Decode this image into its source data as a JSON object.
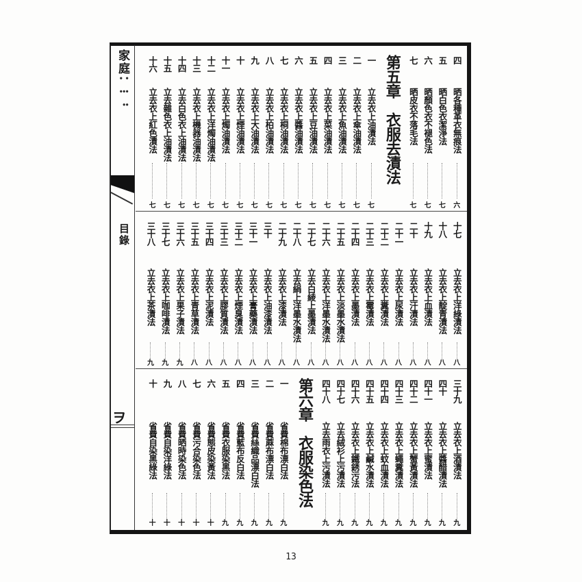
{
  "margin": {
    "book_title": "家庭",
    "book_title_smudged": "⠅⠇⠃",
    "section_label": "目錄",
    "lower_mark": "ヲ"
  },
  "band1": {
    "entries_before_chapter": [
      {
        "num": "四",
        "title": "晒各種革衣無痕法",
        "page": "六"
      },
      {
        "num": "五",
        "title": "晒白色衣潔淨法",
        "page": "七"
      },
      {
        "num": "六",
        "title": "晒顏色衣不褪色法",
        "page": "七"
      },
      {
        "num": "七",
        "title": "晒皮衣不落毛法",
        "page": "七"
      }
    ],
    "chapter": {
      "label": "第五章",
      "title": "衣服去漬法"
    },
    "entries_after_chapter": [
      {
        "num": "一",
        "title": "立去衣上油漬法",
        "page": "七"
      },
      {
        "num": "二",
        "title": "立去衣上傘油漬法",
        "page": "七"
      },
      {
        "num": "三",
        "title": "立去衣上魚油漬法",
        "page": "七"
      },
      {
        "num": "四",
        "title": "立去衣上菜油漬法",
        "page": "七"
      },
      {
        "num": "五",
        "title": "立去衣上豆油漬法",
        "page": "七"
      },
      {
        "num": "六",
        "title": "立去衣上醬油漬法",
        "page": "七"
      },
      {
        "num": "七",
        "title": "立去衣上桐油漬法",
        "page": "七"
      },
      {
        "num": "八",
        "title": "立去衣上柏油漬法",
        "page": "七"
      },
      {
        "num": "九",
        "title": "立去衣上大油漬法",
        "page": "七"
      },
      {
        "num": "十",
        "title": "立去衣上煙油漬法",
        "page": "七"
      },
      {
        "num": "十一",
        "title": "立去衣上燭油漬法",
        "page": "七"
      },
      {
        "num": "十二",
        "title": "立去衣上洋燭油漬法",
        "page": "七"
      },
      {
        "num": "十三",
        "title": "立去衣上機器油漬法",
        "page": "七"
      },
      {
        "num": "十四",
        "title": "立去白色衣上油漬法",
        "page": "七"
      },
      {
        "num": "十五",
        "title": "立去雜色衣上油漬法",
        "page": "七"
      },
      {
        "num": "十六",
        "title": "立去衣上紅色漬法",
        "page": "七"
      }
    ]
  },
  "band2": {
    "entries": [
      {
        "num": "十七",
        "title": "立去衣上洋綠漬法",
        "page": "八"
      },
      {
        "num": "十八",
        "title": "立去衣上靛青漬法",
        "page": "八"
      },
      {
        "num": "十九",
        "title": "立去衣上血漬法",
        "page": "八"
      },
      {
        "num": "二十",
        "title": "立去衣上汗漬法",
        "page": "八"
      },
      {
        "num": "二十一",
        "title": "立去衣上尿漬法",
        "page": "八"
      },
      {
        "num": "二十二",
        "title": "立去衣上糞漬法",
        "page": "八"
      },
      {
        "num": "二十三",
        "title": "立去衣上霉漬法",
        "page": "八"
      },
      {
        "num": "二十四",
        "title": "立去衣上墨漬法",
        "page": "八"
      },
      {
        "num": "二十五",
        "title": "立去衣上淡墨水漬法",
        "page": "八"
      },
      {
        "num": "二十六",
        "title": "立去衣上洋墨水漬法",
        "page": "八"
      },
      {
        "num": "二十七",
        "title": "立去白綾上墨漬法",
        "page": "八"
      },
      {
        "num": "二十八",
        "title": "立去絹上洋墨水漬法",
        "page": "八"
      },
      {
        "num": "二十九",
        "title": "立去衣上漆漬法",
        "page": "八"
      },
      {
        "num": "三十",
        "title": "立去衣上油漆漬法",
        "page": "八"
      },
      {
        "num": "三十一",
        "title": "立去衣上膏藥漬法",
        "page": "八"
      },
      {
        "num": "三十二",
        "title": "立去衣上煙臭漬法",
        "page": "八"
      },
      {
        "num": "三十三",
        "title": "立去衣上膠質漬法",
        "page": "八"
      },
      {
        "num": "三十四",
        "title": "立去衣上泥漬法",
        "page": "八"
      },
      {
        "num": "三十五",
        "title": "立去衣上青草漬法",
        "page": "八"
      },
      {
        "num": "三十六",
        "title": "立去衣上果子漬法",
        "page": "九"
      },
      {
        "num": "三十七",
        "title": "立去衣上咖啡漬法",
        "page": "九"
      },
      {
        "num": "三十八",
        "title": "立去衣上茶漬法",
        "page": "九"
      }
    ]
  },
  "band3": {
    "entries_before_chapter": [
      {
        "num": "三十九",
        "title": "立去衣上酒漬法",
        "page": "九"
      },
      {
        "num": "四十",
        "title": "立去衣上醬醋漬法",
        "page": "九"
      },
      {
        "num": "四十一",
        "title": "立去衣上蜜漬法",
        "page": "九"
      },
      {
        "num": "四十二",
        "title": "立去衣上蟹黃漬法",
        "page": "九"
      },
      {
        "num": "四十三",
        "title": "立去衣上蠅糞漬法",
        "page": "九"
      },
      {
        "num": "四十四",
        "title": "立去衣上蚊血漬法",
        "page": "九"
      },
      {
        "num": "四十五",
        "title": "立去衣上鹹水漬法",
        "page": "九"
      },
      {
        "num": "四十六",
        "title": "立去衣上鐵銹污法",
        "page": "九"
      },
      {
        "num": "四十七",
        "title": "立去絨衫上污漬法",
        "page": "九"
      },
      {
        "num": "四十八",
        "title": "立去雨衣上污漬法",
        "page": "九"
      }
    ],
    "chapter": {
      "label": "第六章",
      "title": "衣服染色法"
    },
    "entries_after_chapter": [
      {
        "num": "一",
        "title": "省費棉布漂白法",
        "page": "九"
      },
      {
        "num": "二",
        "title": "省費蔴布漂白法",
        "page": "九"
      },
      {
        "num": "三",
        "title": "省費絲織品漂白法",
        "page": "九"
      },
      {
        "num": "四",
        "title": "省費藍布反白法",
        "page": "九"
      },
      {
        "num": "五",
        "title": "省費衣服染黑法",
        "page": "九"
      },
      {
        "num": "六",
        "title": "省費態皮染黃法",
        "page": "十"
      },
      {
        "num": "七",
        "title": "省費污合染色法",
        "page": "十"
      },
      {
        "num": "八",
        "title": "省費晒時染色法",
        "page": "十"
      },
      {
        "num": "九",
        "title": "省費自染洋綠法",
        "page": "十"
      },
      {
        "num": "十",
        "title": "省費自染黑綠法",
        "page": "十"
      }
    ]
  },
  "footer": {
    "page_number": "13"
  }
}
